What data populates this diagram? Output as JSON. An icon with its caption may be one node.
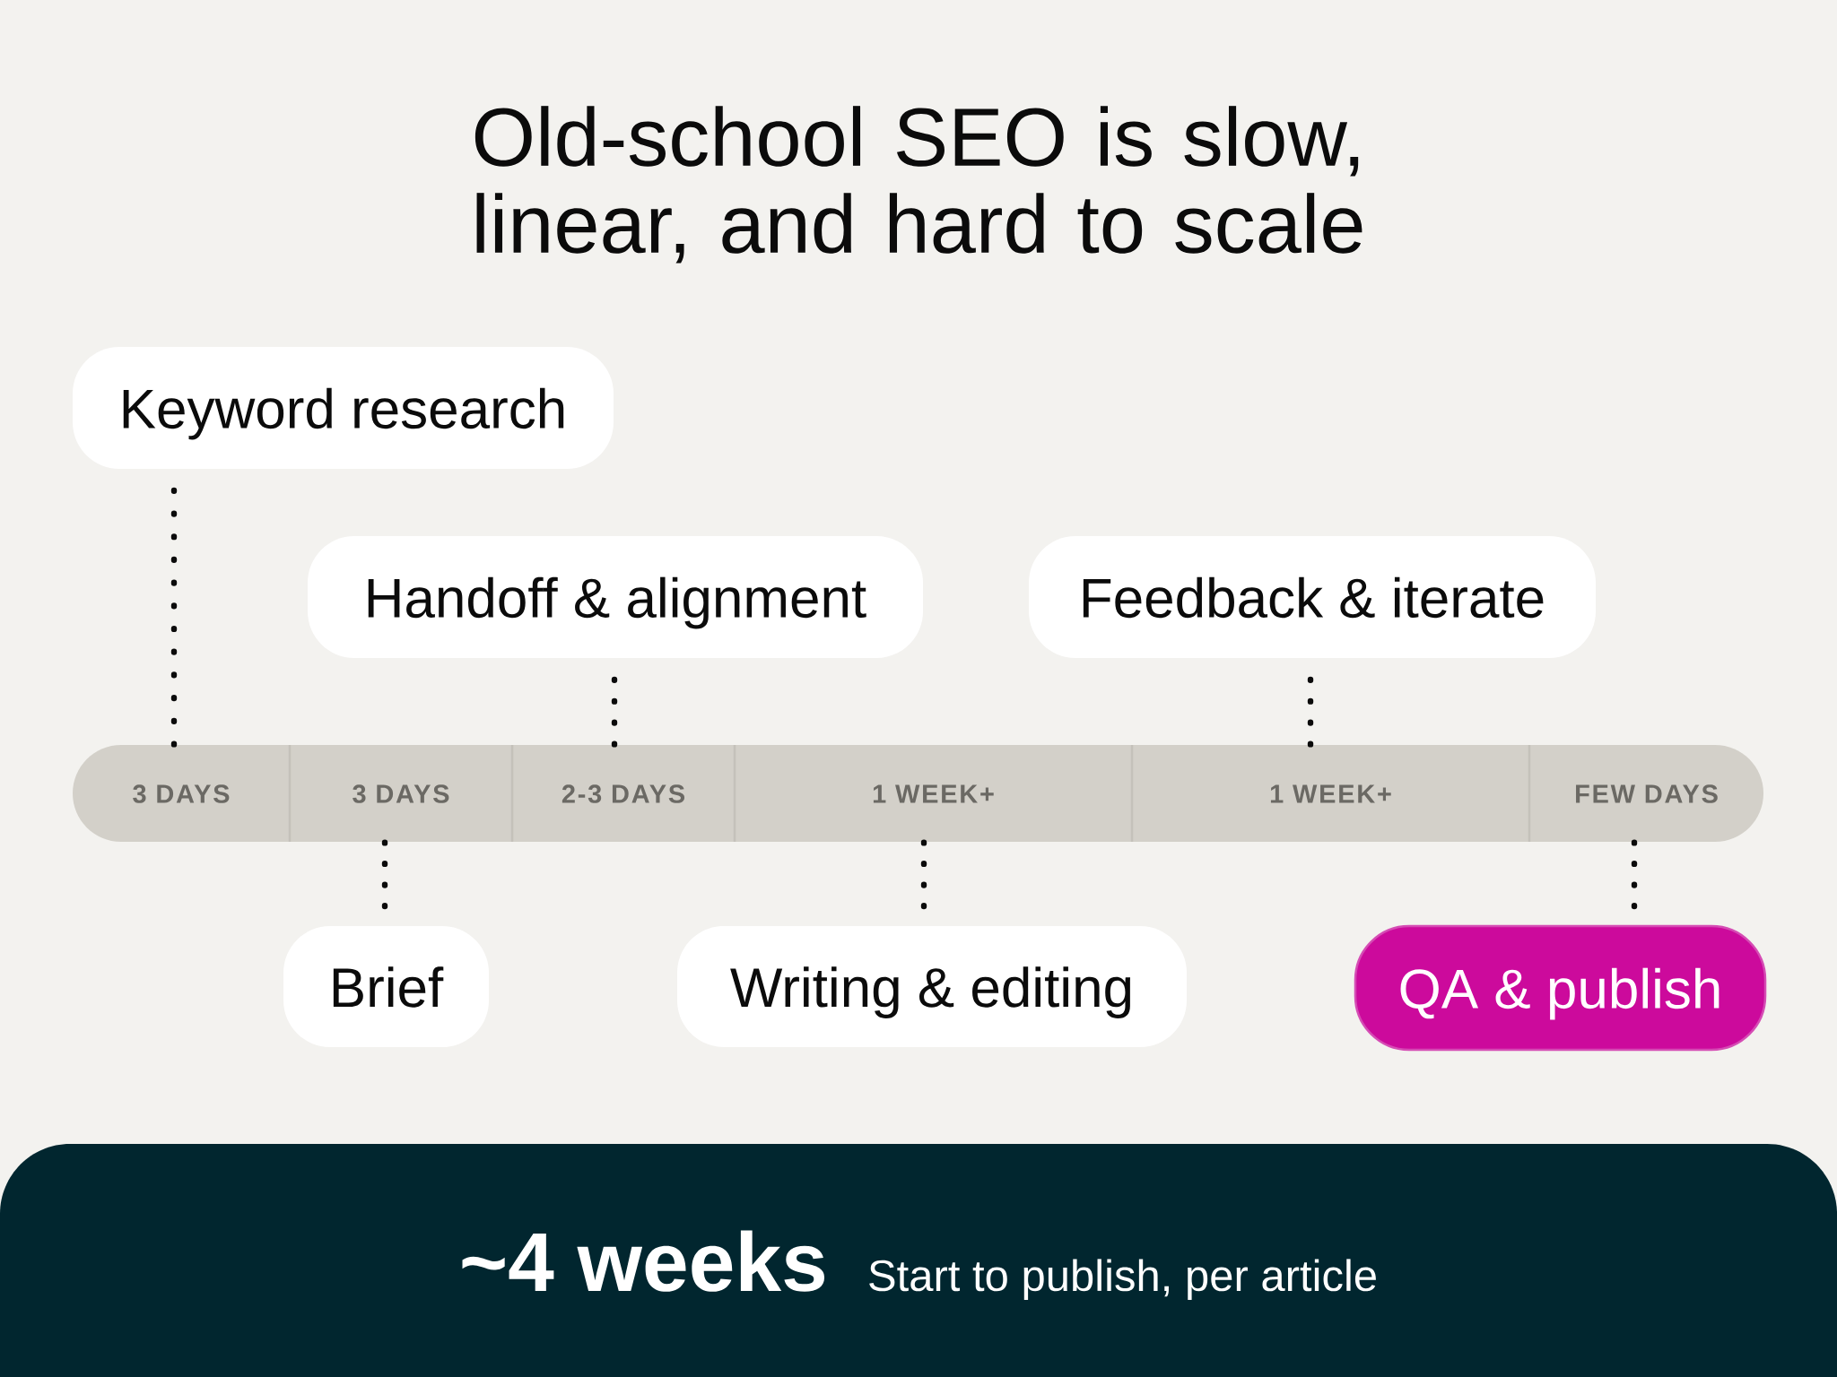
{
  "diagram": {
    "title": "Old-school SEO is slow, linear, and hard to scale",
    "nodes": [
      {
        "text": [
          "Keyword research"
        ]
      },
      {
        "text": [
          "Handoff & alignment"
        ]
      },
      {
        "text": [
          "Feedback & iterate"
        ]
      },
      {
        "text": [],
        "shape": "bar"
      },
      {
        "text": [
          "3 DAYS"
        ],
        "in": 3
      },
      {
        "text": [
          "3 DAYS"
        ],
        "in": 3
      },
      {
        "text": [
          "2-3 DAYS"
        ],
        "in": 3
      },
      {
        "text": [
          "1 WEEK+"
        ],
        "in": 3
      },
      {
        "text": [
          "1 WEEK+"
        ],
        "in": 3
      },
      {
        "text": [
          "FEW DAYS"
        ],
        "in": 3
      },
      {
        "text": [
          "Brief"
        ]
      },
      {
        "text": [
          "Writing & editing"
        ]
      },
      {
        "text": [
          "QA & publish"
        ]
      },
      {
        "text": [
          "~4 weeks",
          "Start to publish, per article"
        ]
      }
    ],
    "edges": [
      {
        "from": 0,
        "to": 4,
        "arrow": "none"
      },
      {
        "from": 1,
        "to": 6,
        "arrow": "none"
      },
      {
        "from": 2,
        "to": 8,
        "arrow": "none"
      },
      {
        "from": 10,
        "to": 5,
        "arrow": "none"
      },
      {
        "from": 11,
        "to": 7,
        "arrow": "none"
      },
      {
        "from": 12,
        "to": 9,
        "arrow": "none"
      }
    ]
  }
}
